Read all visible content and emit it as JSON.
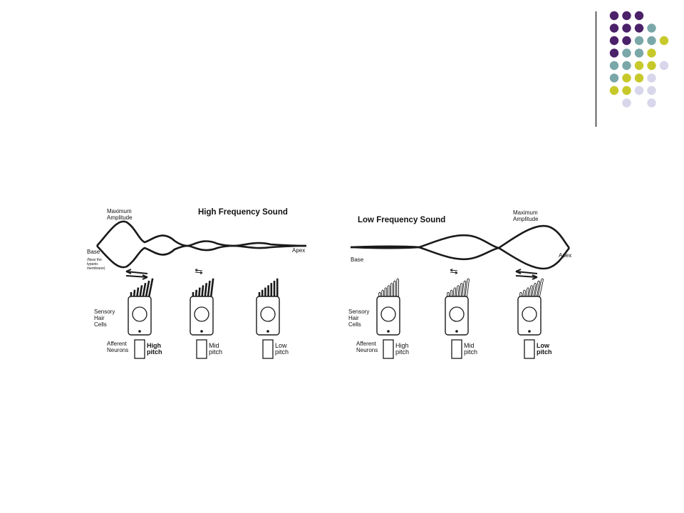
{
  "decor": {
    "colors": {
      "purple": "#4b2169",
      "teal": "#7aa7a8",
      "yellow": "#c7c92a",
      "lavender": "#d7d6ea",
      "rule": "#333333"
    },
    "dot_grid": [
      [
        "purple",
        "purple",
        "purple",
        null,
        null
      ],
      [
        "purple",
        "purple",
        "purple",
        "teal",
        null
      ],
      [
        "purple",
        "purple",
        "teal",
        "teal",
        "yellow"
      ],
      [
        "purple",
        "teal",
        "teal",
        "yellow",
        null
      ],
      [
        "teal",
        "teal",
        "yellow",
        "yellow",
        "lavender"
      ],
      [
        "teal",
        "yellow",
        "yellow",
        "lavender",
        null
      ],
      [
        "yellow",
        "yellow",
        "lavender",
        "lavender",
        null
      ],
      [
        null,
        "lavender",
        null,
        "lavender",
        null
      ]
    ]
  },
  "high_panel": {
    "title": "High Frequency Sound",
    "max_label_line1": "Maximum",
    "max_label_line2": "Amplitude",
    "base_label": "Base",
    "base_note_line1": "(Near the",
    "base_note_line2": "typanic",
    "base_note_line3": "membrane)",
    "apex_label": "Apex",
    "sensory_line1": "Sensory",
    "sensory_line2": "Hair",
    "sensory_line3": "Cells",
    "afferent_line1": "Afferent",
    "afferent_line2": "Neurons",
    "cells": [
      {
        "pitch_line1": "High",
        "pitch_line2": "pitch",
        "bold": true,
        "motion": "large"
      },
      {
        "pitch_line1": "Mid",
        "pitch_line2": "pitch",
        "bold": false,
        "motion": "small"
      },
      {
        "pitch_line1": "Low",
        "pitch_line2": "pitch",
        "bold": false,
        "motion": "none"
      }
    ]
  },
  "low_panel": {
    "title": "Low Frequency Sound",
    "max_label_line1": "Maximum",
    "max_label_line2": "Amplitude",
    "base_label": "Base",
    "apex_label": "Apex",
    "sensory_line1": "Sensory",
    "sensory_line2": "Hair",
    "sensory_line3": "Cells",
    "afferent_line1": "Afferent",
    "afferent_line2": "Neurons",
    "cells": [
      {
        "pitch_line1": "High",
        "pitch_line2": "pitch",
        "bold": false,
        "motion": "none"
      },
      {
        "pitch_line1": "Mid",
        "pitch_line2": "pitch",
        "bold": false,
        "motion": "small"
      },
      {
        "pitch_line1": "Low",
        "pitch_line2": "pitch",
        "bold": true,
        "motion": "large"
      }
    ]
  }
}
